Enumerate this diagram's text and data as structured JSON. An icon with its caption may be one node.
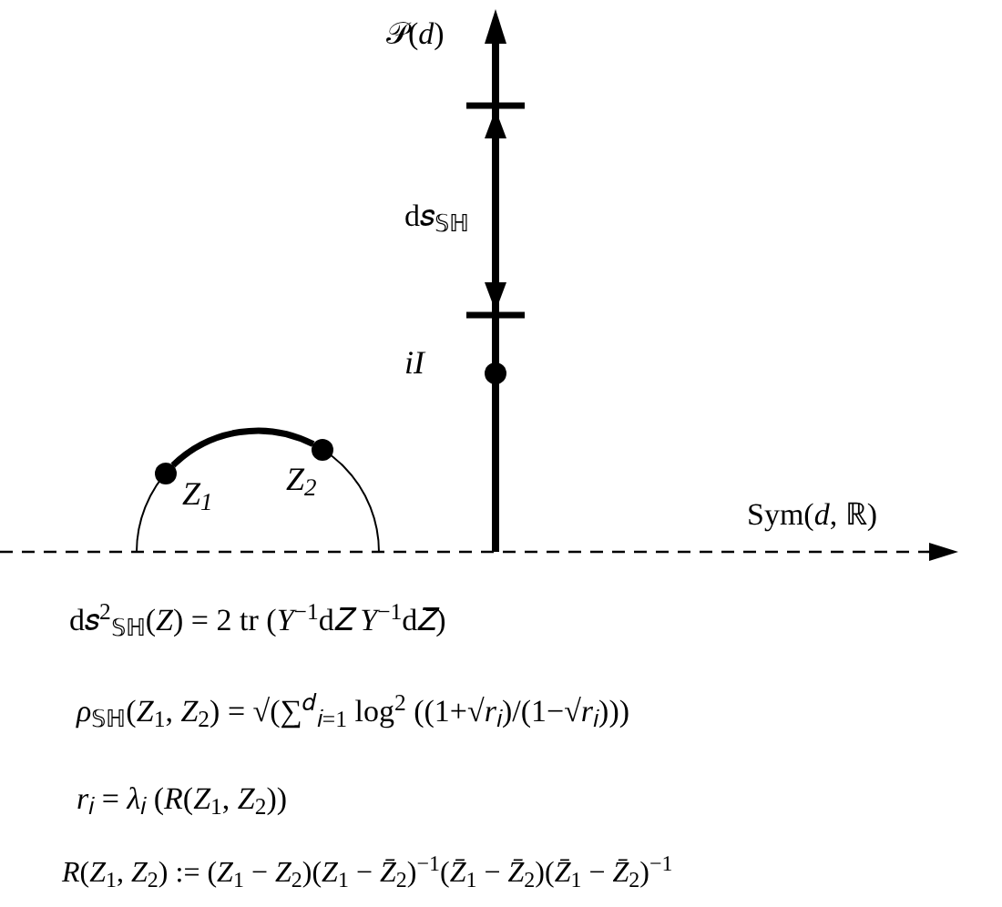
{
  "diagram": {
    "nodes": [
      {
        "text": [],
        "shape": "circle",
        "beside": [
          "iI"
        ]
      },
      {
        "text": [],
        "shape": "circle",
        "beside": [
          "Z$_{1}$"
        ]
      },
      {
        "text": [],
        "shape": "circle",
        "beside": [
          "Z$_{2}$"
        ]
      }
    ],
    "edges": [
      {
        "from": 1,
        "to": 2,
        "arrow": "none"
      }
    ],
    "labels": [
      "𝒫(*d*)",
      "d𝑠$_{𝕊ℍ}$",
      "Sym(*d*, ℝ)",
      "d𝑠$^{2}$$_{𝕊ℍ}$(*Z*) = 2 tr (*Y*$^{−1}$d𝑍 *Y*$^{−1}$d𝑍̄)",
      "*ρ*$_{𝕊ℍ}$(*Z*$_{1}$, *Z*$_{2}$) = √(∑$^{𝑑}$$_{𝑖=1}$ log$^{2}$ ((1+√*r*$_{𝑖}$)/(1−√*r*$_{𝑖}$)))",
      "*r*$_{𝑖}$ = *λ*$_{𝑖}$ (*R*(*Z*$_{1}$, *Z*$_{2}$))",
      "*R*(*Z*$_{1}$, *Z*$_{2}$) := (*Z*$_{1}$ − *Z*$_{2}$)(*Z*$_{1}$ − *Z̄*$_{2}$)$^{−1}$(*Z̄*$_{1}$ − *Z̄*$_{2}$)(*Z̄*$_{1}$ − *Z̄*$_{2}$)$^{−1}$"
    ]
  }
}
